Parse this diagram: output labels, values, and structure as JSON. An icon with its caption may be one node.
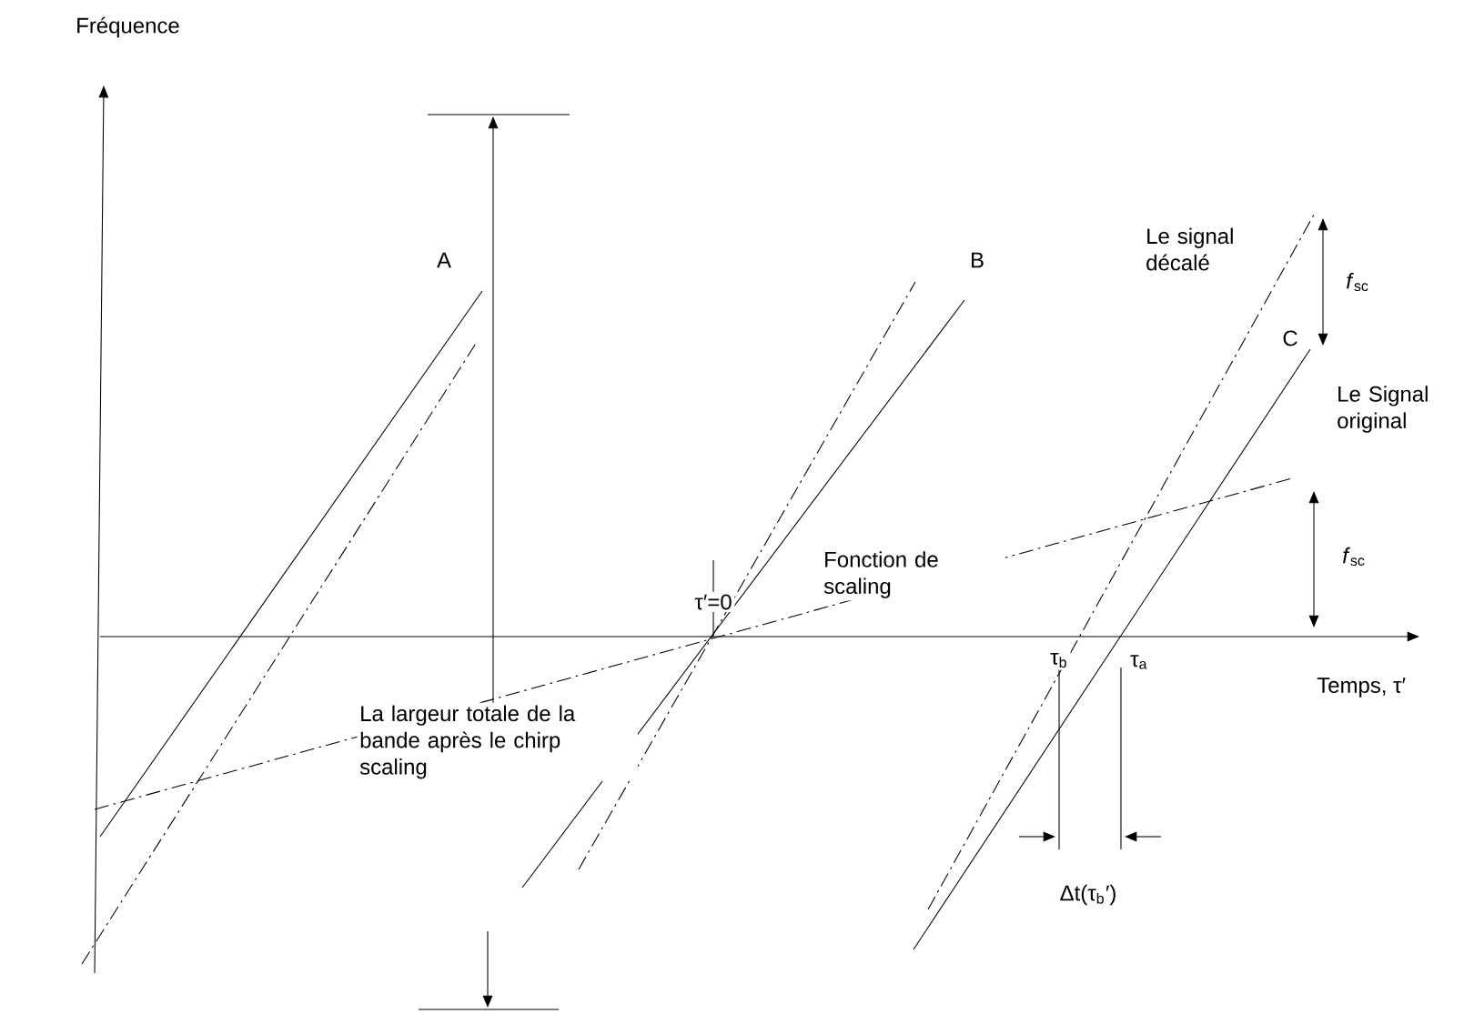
{
  "diagram": {
    "labels": [
      "Fréquence",
      "A",
      "B",
      "Le signal décalé",
      "*f*$_{sc}$",
      "C",
      "Le Signal original",
      "τ′=0",
      "Fonction de scaling",
      "*f*$_{sc}$",
      "τ$_{b}$",
      "τ$_{a}$",
      "Temps, τ′",
      "La largeur totale de la bande après le chirp scaling",
      "Δt(τ$_{b}$′)"
    ]
  }
}
